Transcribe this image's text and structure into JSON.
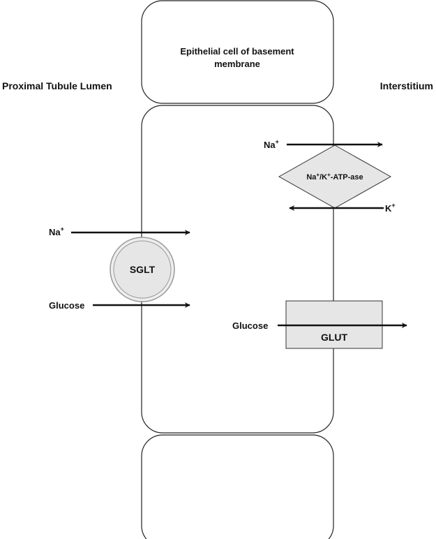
{
  "cells": {
    "top_label_line1": "Epithelial cell of basement",
    "top_label_line2": "membrane"
  },
  "regions": {
    "left": "Proximal Tubule Lumen",
    "right": "Interstitium"
  },
  "sglt": {
    "label": "SGLT",
    "na": "Na",
    "na_sup": "+",
    "glucose": "Glucose"
  },
  "pump": {
    "label_na": "Na",
    "label_k": "/K",
    "label_rest": "-ATP-ase",
    "sup": "+",
    "na": "Na",
    "k": "K",
    "plus": "+"
  },
  "glut": {
    "label": "GLUT",
    "glucose": "Glucose"
  },
  "colors": {
    "shape_fill": "#e6e6e6",
    "stroke": "#111111"
  }
}
